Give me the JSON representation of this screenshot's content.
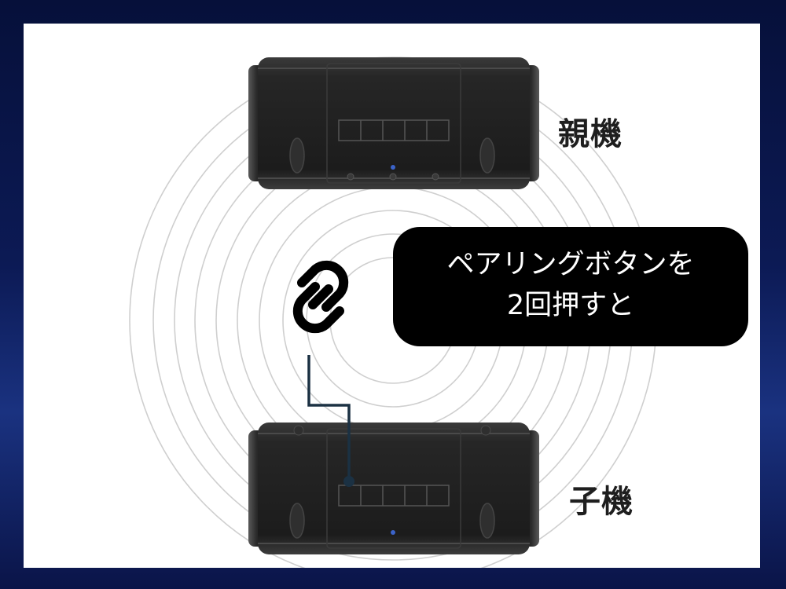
{
  "labels": {
    "parent": "親機",
    "child": "子機"
  },
  "instruction": {
    "line1": "ペアリングボタンを",
    "line2": "2回押すと"
  },
  "icons": {
    "link": "link-chain-icon",
    "pairing_button": "pairing-button-indicator"
  },
  "colors": {
    "background": "#0c1a55",
    "panel": "#ffffff",
    "device": "#1f1f1f",
    "callout_line": "#1b3143",
    "bubble": "#000000",
    "bubble_text": "#ffffff"
  }
}
